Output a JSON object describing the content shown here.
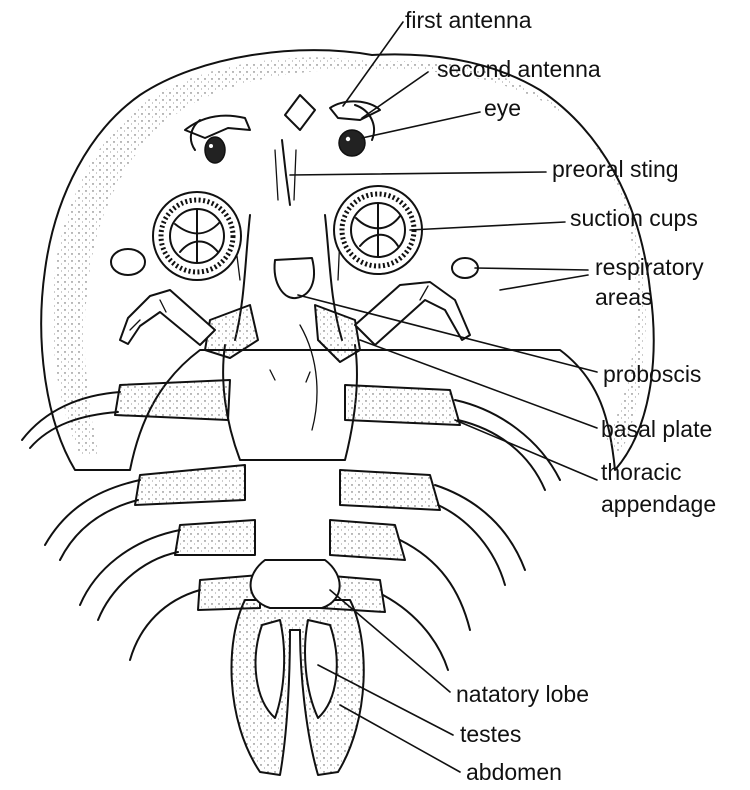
{
  "diagram": {
    "colors": {
      "ink": "#111111",
      "paper": "#ffffff",
      "stipple": "#f2f2f2"
    },
    "labels": {
      "first_antenna": "first antenna",
      "second_antenna": "second antenna",
      "eye": "eye",
      "preoral_sting": "preoral sting",
      "suction_cups": "suction cups",
      "respiratory_areas_line1": "respiratory",
      "respiratory_areas_line2": "areas",
      "proboscis": "proboscis",
      "basal_plate": "basal plate",
      "thoracic_appendage_line1": "thoracic",
      "thoracic_appendage_line2": "appendage",
      "natatory_lobe": "natatory lobe",
      "testes": "testes",
      "abdomen": "abdomen"
    }
  }
}
